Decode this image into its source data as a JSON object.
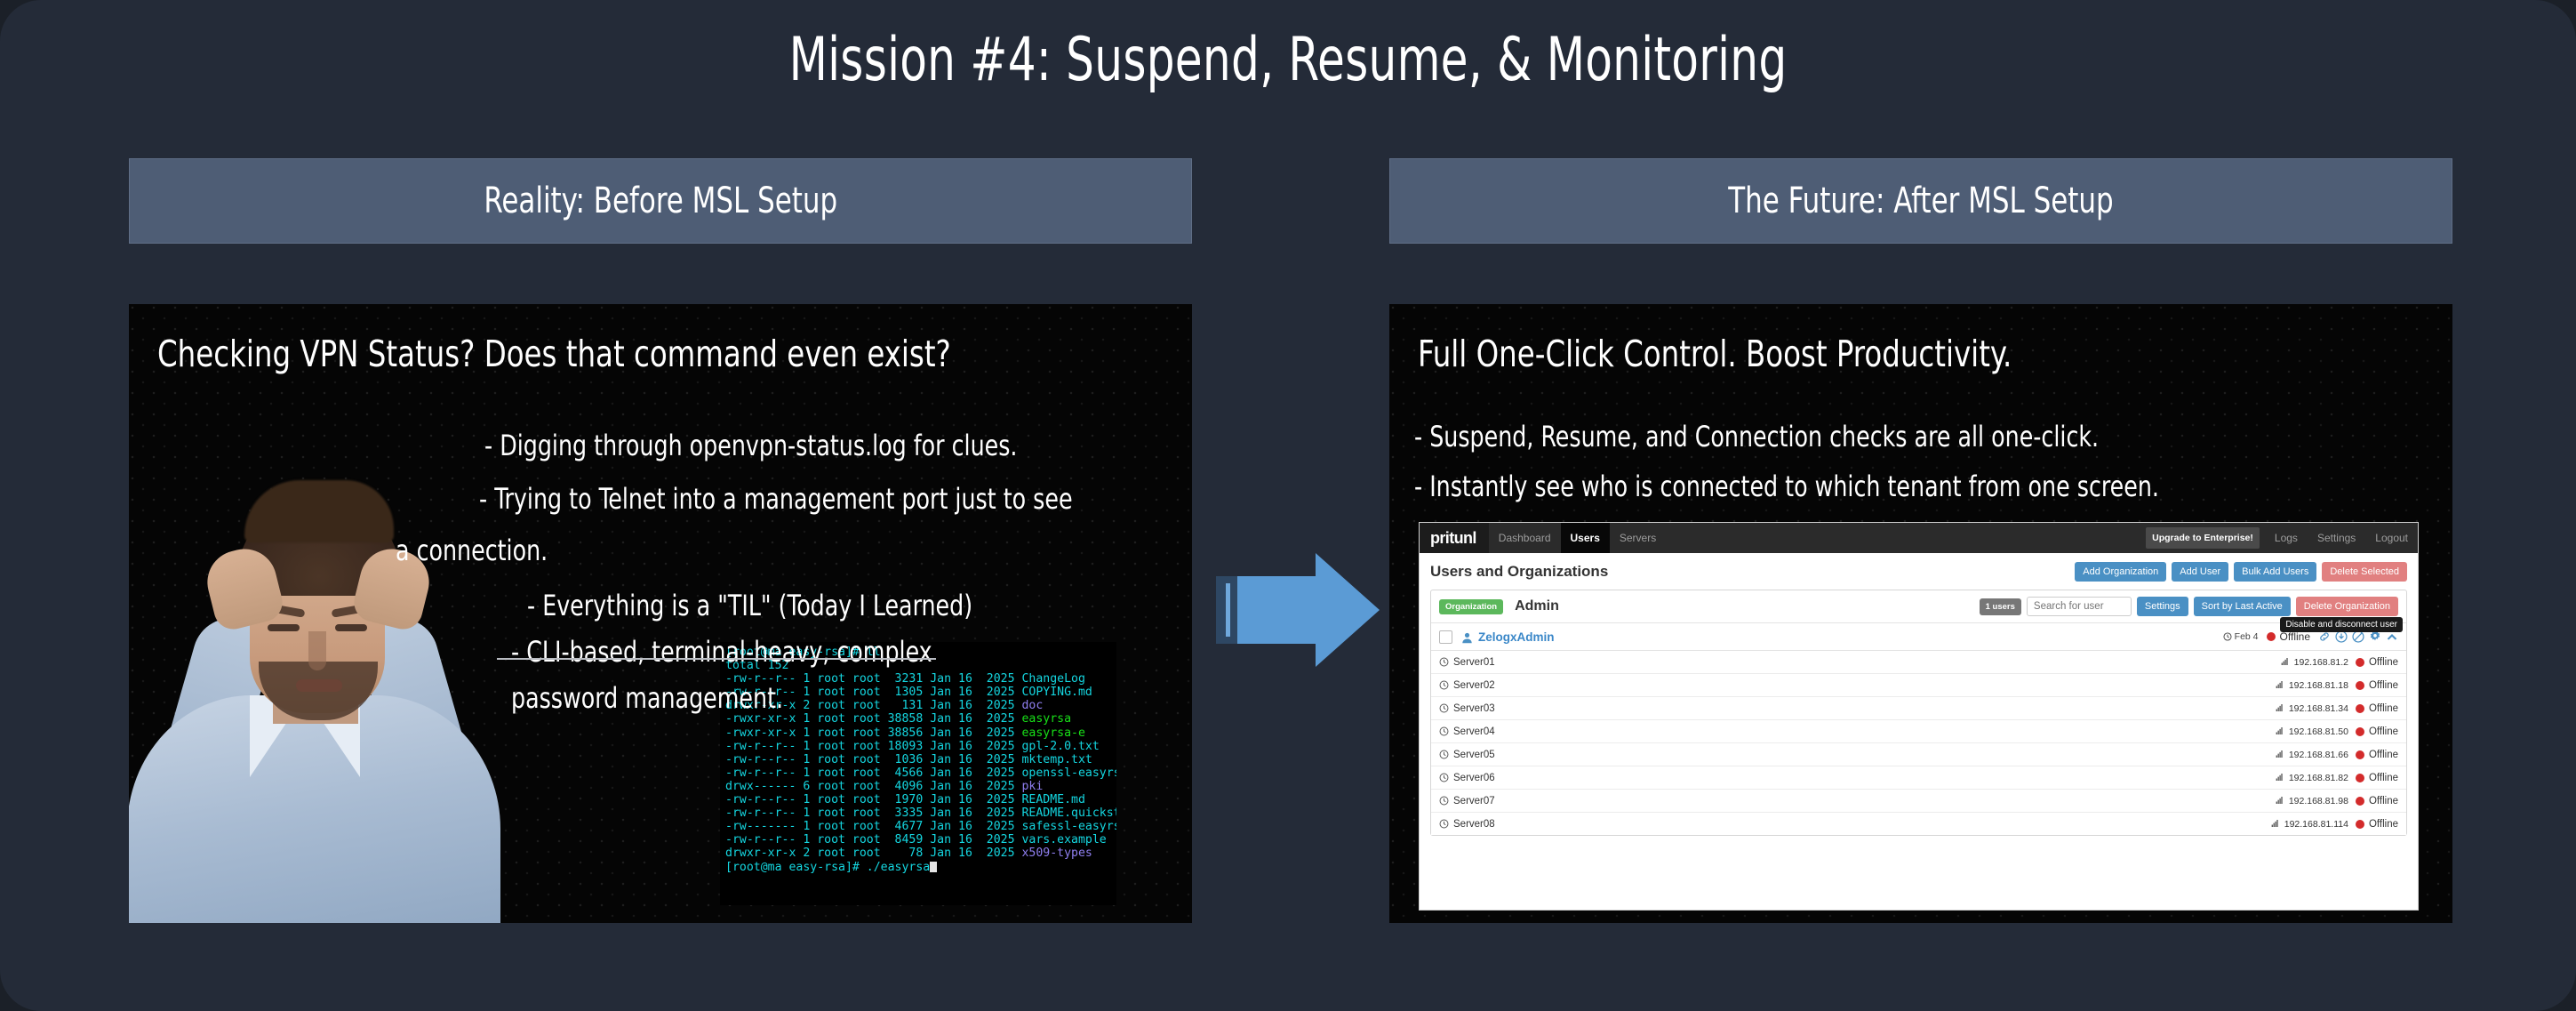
{
  "slide": {
    "title": "Mission #4: Suspend, Resume, & Monitoring",
    "background_color": "#242b38",
    "header_color": "#4e5d75",
    "accent_arrow_color": "#5b9bd5"
  },
  "left_column": {
    "header": "Reality: Before MSL Setup",
    "heading": "Checking VPN Status? Does that command even exist?",
    "bullets": [
      "-  Digging through openvpn-status.log for clues.",
      "-  Trying to Telnet into a management port just to see",
      "a connection.",
      "-  Everything is a \"TIL\" (Today I Learned)",
      "- CLI-based, terminal-heavy, complex",
      "password management."
    ],
    "photo_alt": "frustrated-man-holding-head"
  },
  "right_column": {
    "header": "The Future: After MSL Setup",
    "heading": "Full One-Click Control. Boost Productivity.",
    "bullets": [
      "-  Suspend, Resume, and Connection checks are all one-click.",
      "-  Instantly see who is connected to which tenant from one screen."
    ]
  },
  "terminal": {
    "prompt_line": "[root@ma easy-rsa]# ll",
    "total_line": "total 152",
    "rows": [
      {
        "perms": "-rw-r--r--",
        "links": "1",
        "owner": "root",
        "group": "root",
        "size": "3231",
        "month": "Jan",
        "day": "16",
        "year": "2025",
        "name": "ChangeLog",
        "color": "cyan"
      },
      {
        "perms": "-rw-r--r--",
        "links": "1",
        "owner": "root",
        "group": "root",
        "size": "1305",
        "month": "Jan",
        "day": "16",
        "year": "2025",
        "name": "COPYING.md",
        "color": "cyan"
      },
      {
        "perms": "drwxr-xr-x",
        "links": "2",
        "owner": "root",
        "group": "root",
        "size": "131",
        "month": "Jan",
        "day": "16",
        "year": "2025",
        "name": "doc",
        "color": "purple"
      },
      {
        "perms": "-rwxr-xr-x",
        "links": "1",
        "owner": "root",
        "group": "root",
        "size": "38858",
        "month": "Jan",
        "day": "16",
        "year": "2025",
        "name": "easyrsa",
        "color": "green"
      },
      {
        "perms": "-rwxr-xr-x",
        "links": "1",
        "owner": "root",
        "group": "root",
        "size": "38856",
        "month": "Jan",
        "day": "16",
        "year": "2025",
        "name": "easyrsa-e",
        "color": "green"
      },
      {
        "perms": "-rw-r--r--",
        "links": "1",
        "owner": "root",
        "group": "root",
        "size": "18093",
        "month": "Jan",
        "day": "16",
        "year": "2025",
        "name": "gpl-2.0.txt",
        "color": "cyan"
      },
      {
        "perms": "-rw-r--r--",
        "links": "1",
        "owner": "root",
        "group": "root",
        "size": "1036",
        "month": "Jan",
        "day": "16",
        "year": "2025",
        "name": "mktemp.txt",
        "color": "cyan"
      },
      {
        "perms": "-rw-r--r--",
        "links": "1",
        "owner": "root",
        "group": "root",
        "size": "4566",
        "month": "Jan",
        "day": "16",
        "year": "2025",
        "name": "openssl-easyrsa.cnf",
        "color": "cyan"
      },
      {
        "perms": "drwx------",
        "links": "6",
        "owner": "root",
        "group": "root",
        "size": "4096",
        "month": "Jan",
        "day": "16",
        "year": "2025",
        "name": "pki",
        "color": "purple"
      },
      {
        "perms": "-rw-r--r--",
        "links": "1",
        "owner": "root",
        "group": "root",
        "size": "1970",
        "month": "Jan",
        "day": "16",
        "year": "2025",
        "name": "README.md",
        "color": "cyan"
      },
      {
        "perms": "-rw-r--r--",
        "links": "1",
        "owner": "root",
        "group": "root",
        "size": "3335",
        "month": "Jan",
        "day": "16",
        "year": "2025",
        "name": "README.quickstart.md",
        "color": "cyan"
      },
      {
        "perms": "-rw-------",
        "links": "1",
        "owner": "root",
        "group": "root",
        "size": "4677",
        "month": "Jan",
        "day": "16",
        "year": "2025",
        "name": "safessl-easyrsa.cnf",
        "color": "cyan"
      },
      {
        "perms": "-rw-r--r--",
        "links": "1",
        "owner": "root",
        "group": "root",
        "size": "8459",
        "month": "Jan",
        "day": "16",
        "year": "2025",
        "name": "vars.example",
        "color": "cyan"
      },
      {
        "perms": "drwxr-xr-x",
        "links": "2",
        "owner": "root",
        "group": "root",
        "size": "78",
        "month": "Jan",
        "day": "16",
        "year": "2025",
        "name": "x509-types",
        "color": "purple"
      }
    ],
    "final_prompt": "[root@ma easy-rsa]# ./easyrsa"
  },
  "pritunl": {
    "brand": "pritunl",
    "nav": [
      {
        "label": "Dashboard",
        "active": false
      },
      {
        "label": "Users",
        "active": true
      },
      {
        "label": "Servers",
        "active": false
      }
    ],
    "nav_right": [
      {
        "label": "Upgrade to Enterprise!",
        "type": "badge"
      },
      {
        "label": "Logs",
        "type": "link"
      },
      {
        "label": "Settings",
        "type": "link"
      },
      {
        "label": "Logout",
        "type": "link"
      }
    ],
    "page_title": "Users and Organizations",
    "actions": [
      {
        "label": "Add Organization",
        "style": "blue"
      },
      {
        "label": "Add User",
        "style": "blue"
      },
      {
        "label": "Bulk Add Users",
        "style": "blue"
      },
      {
        "label": "Delete Selected",
        "style": "red"
      }
    ],
    "organization": {
      "badge": "Organization",
      "name": "Admin",
      "users_count": "1 users",
      "search_placeholder": "Search for user",
      "buttons": [
        {
          "label": "Settings",
          "style": "blue"
        },
        {
          "label": "Sort by Last Active",
          "style": "blue"
        },
        {
          "label": "Delete Organization",
          "style": "red"
        }
      ],
      "tooltip": "Disable and disconnect user"
    },
    "user": {
      "name": "ZelogxAdmin",
      "last_active": "Feb 4",
      "status": "Offline",
      "status_color": "#d32b2b",
      "icons": [
        "link-icon",
        "download-icon",
        "ban-icon",
        "gear-icon",
        "chevron-up-icon"
      ]
    },
    "servers": [
      {
        "name": "Server01",
        "ip": "192.168.81.2",
        "status": "Offline"
      },
      {
        "name": "Server02",
        "ip": "192.168.81.18",
        "status": "Offline"
      },
      {
        "name": "Server03",
        "ip": "192.168.81.34",
        "status": "Offline"
      },
      {
        "name": "Server04",
        "ip": "192.168.81.50",
        "status": "Offline"
      },
      {
        "name": "Server05",
        "ip": "192.168.81.66",
        "status": "Offline"
      },
      {
        "name": "Server06",
        "ip": "192.168.81.82",
        "status": "Offline"
      },
      {
        "name": "Server07",
        "ip": "192.168.81.98",
        "status": "Offline"
      },
      {
        "name": "Server08",
        "ip": "192.168.81.114",
        "status": "Offline"
      }
    ]
  }
}
